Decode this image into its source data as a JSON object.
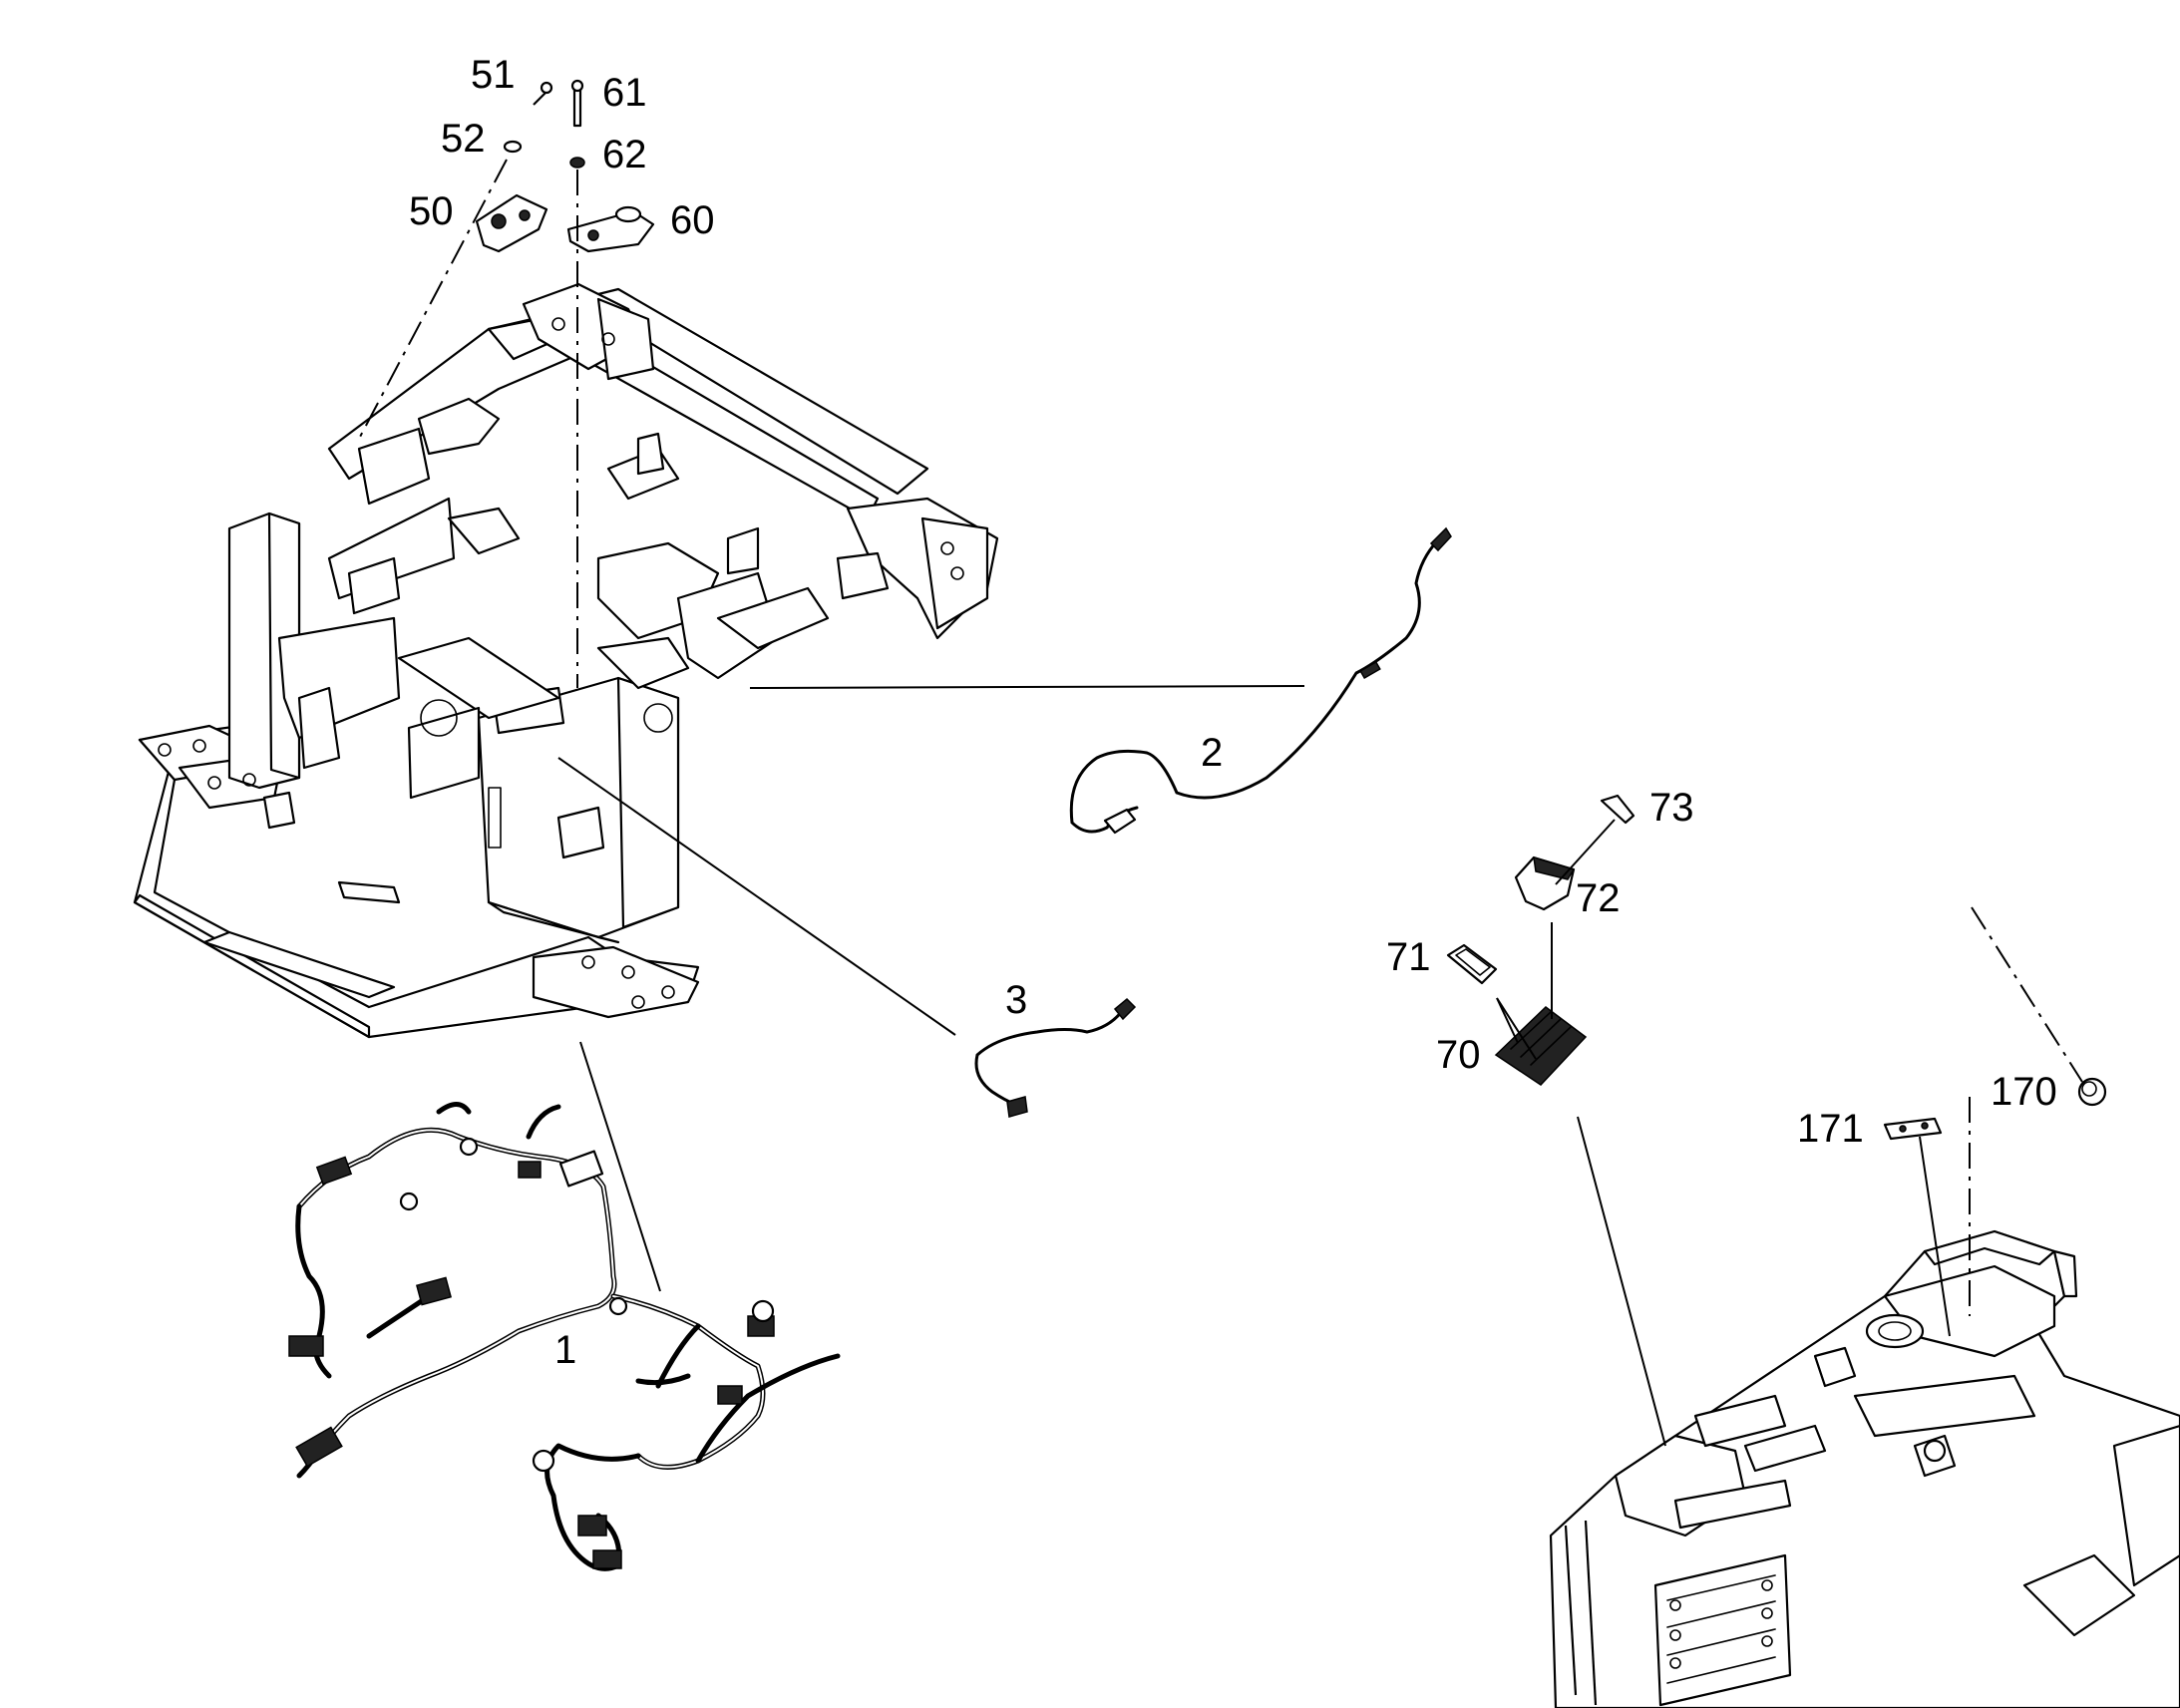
{
  "callouts": {
    "c1": "1",
    "c2": "2",
    "c3": "3",
    "c50": "50",
    "c51": "51",
    "c52": "52",
    "c60": "60",
    "c61": "61",
    "c62": "62",
    "c70": "70",
    "c71": "71",
    "c72": "72",
    "c73": "73",
    "c170": "170",
    "c171": "171"
  }
}
